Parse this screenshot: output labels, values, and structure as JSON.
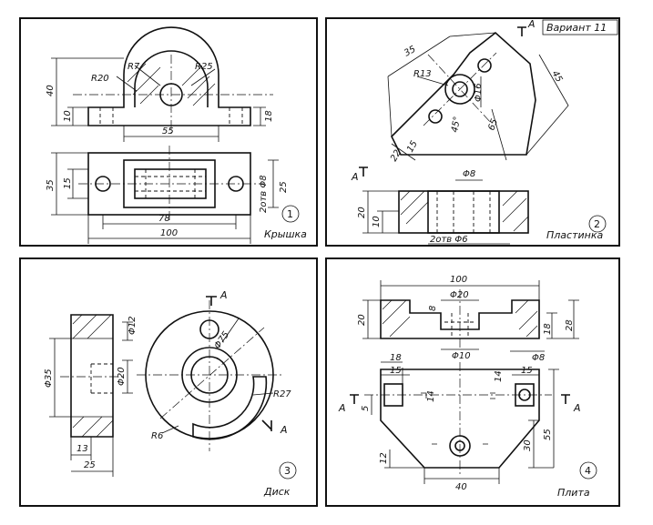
{
  "sheet": {
    "variant": "Вариант 11",
    "panels": [
      {
        "number": "1",
        "caption": "Крышка",
        "dims": [
          "R20",
          "R7",
          "R25",
          "40",
          "10",
          "18",
          "55",
          "35",
          "15",
          "2отв Φ8",
          "25",
          "78",
          "100"
        ]
      },
      {
        "number": "2",
        "caption": "Пластинка",
        "dims": [
          "35",
          "45",
          "R13",
          "Φ16",
          "65",
          "45°",
          "22",
          "15",
          "Φ8",
          "20",
          "10",
          "2отв Φ6"
        ],
        "section_mark": "А"
      },
      {
        "number": "3",
        "caption": "Диск",
        "dims": [
          "Φ12",
          "Φ35",
          "Φ20",
          "Φ75",
          "R27",
          "R6",
          "13",
          "25"
        ],
        "section_mark": "А"
      },
      {
        "number": "4",
        "caption": "Плита",
        "dims": [
          "100",
          "Φ20",
          "8",
          "20",
          "18",
          "28",
          "Φ10",
          "Φ8",
          "18",
          "15",
          "14",
          "14",
          "15",
          "5",
          "30",
          "55",
          "12",
          "40"
        ],
        "section_mark": "А"
      }
    ]
  }
}
